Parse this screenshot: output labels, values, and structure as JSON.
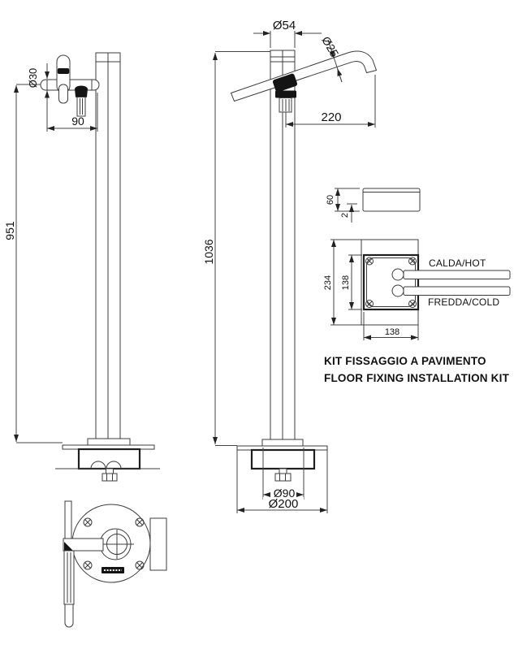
{
  "colors": {
    "line": "#3c3c3c",
    "bold_line": "#1f1f1f",
    "text": "#111111",
    "background": "#ffffff"
  },
  "side_view": {
    "height": "951",
    "handle_dia": "Ø30",
    "handle_offset": "90"
  },
  "front_view": {
    "height": "1036",
    "top_dia": "Ø54",
    "spout_dia": "Ø25",
    "spout_reach": "220",
    "collar_dia": "Ø90",
    "base_dia": "Ø200"
  },
  "fixing_kit": {
    "box_height": "60",
    "plate_thickness": "2",
    "outer_height": "234",
    "box_inner_height": "138",
    "box_inner_width": "138",
    "hot_label": "CALDA/HOT",
    "cold_label": "FREDDA/COLD",
    "caption_line1": "KIT FISSAGGIO A PAVIMENTO",
    "caption_line2": "FLOOR FIXING INSTALLATION KIT"
  }
}
